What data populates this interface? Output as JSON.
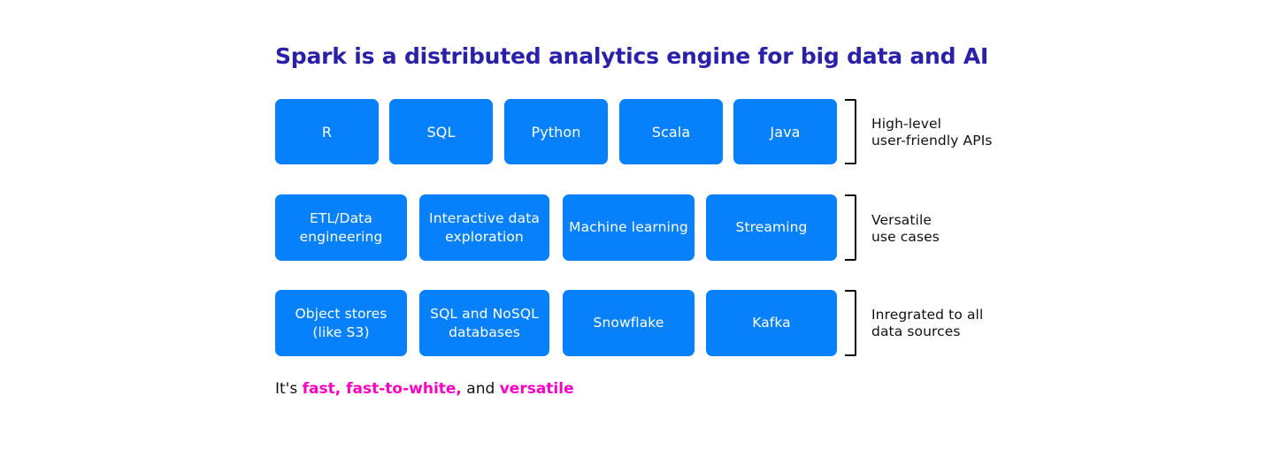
{
  "title": "Spark is a distributed analytics engine for big data and AI",
  "colors": {
    "title": "#2a21a8",
    "box_fill": "#0680fb",
    "box_text": "#ffffff",
    "bracket": "#0a0a0a",
    "accent_magenta": "#fc00c1",
    "body_text": "#111111",
    "background": "#ffffff"
  },
  "rows": [
    {
      "caption": "High-level\nuser-friendly APIs",
      "boxes": [
        {
          "label": "R"
        },
        {
          "label": "SQL"
        },
        {
          "label": "Python"
        },
        {
          "label": "Scala"
        },
        {
          "label": "Java"
        }
      ]
    },
    {
      "caption": "Versatile\nuse cases",
      "boxes": [
        {
          "label": "ETL/Data engineering"
        },
        {
          "label": "Interactive data exploration"
        },
        {
          "label": "Machine learning"
        },
        {
          "label": "Streaming"
        }
      ]
    },
    {
      "caption": "Inregrated to all\ndata sources",
      "boxes": [
        {
          "label": "Object stores (like S3)"
        },
        {
          "label": "SQL and NoSQL databases"
        },
        {
          "label": "Snowflake"
        },
        {
          "label": "Kafka"
        }
      ]
    }
  ],
  "footer": {
    "lead": "It's ",
    "accent_1": "fast, fast-to-white,",
    "middle": " and ",
    "accent_2": "versatile"
  }
}
